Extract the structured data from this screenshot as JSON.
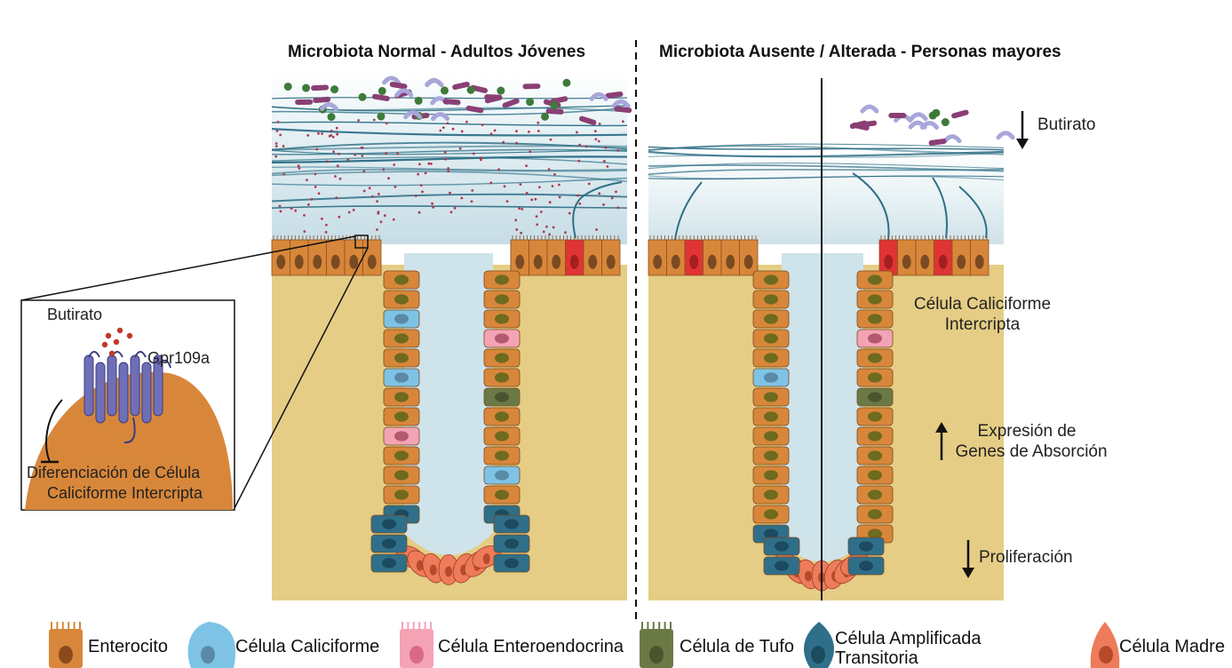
{
  "panels": {
    "left_title": "Microbiota Normal - Adultos Jóvenes",
    "right_title": "Microbiota Ausente / Alterada - Personas mayores"
  },
  "inset": {
    "butirato": "Butirato",
    "receptor": "Gpr109a",
    "outcome_line1": "Diferenciación de Célula",
    "outcome_line2": "Caliciforme Intercripta"
  },
  "annotations": {
    "butirato": "Butirato",
    "intercrypt_line1": "Célula Caliciforme",
    "intercrypt_line2": "Intercripta",
    "expression_line1": "Expresión de",
    "expression_line2": "Genes de Absorción",
    "proliferation": "Proliferación"
  },
  "legend": [
    {
      "label": "Enterocito",
      "color": "#d8873a",
      "icon": "enterocyte-icon"
    },
    {
      "label": "Célula Caliciforme",
      "color": "#7ec3e6",
      "icon": "goblet-cell-icon"
    },
    {
      "label": "Célula Enteroendocrina",
      "color": "#f4a3b5",
      "icon": "enteroendocrine-cell-icon"
    },
    {
      "label": "Célula de Tufo",
      "color": "#6b7a45",
      "icon": "tuft-cell-icon"
    },
    {
      "label_line1": "Célula Amplificada",
      "label_line2": "Transitoria",
      "color": "#2f6f8a",
      "icon": "transit-amplifying-cell-icon"
    },
    {
      "label": "Célula Madre",
      "color": "#ee7b5a",
      "icon": "stem-cell-icon"
    }
  ],
  "colors": {
    "tissue": "#e5cd85",
    "lumen": "#cfe3ea",
    "mucus": "#dfeef3",
    "enterocyte": "#d8873a",
    "goblet": "#7ec3e6",
    "enteroendocrine": "#f4a3b5",
    "tuft": "#6b7a45",
    "transit_amplifying": "#2f6f8a",
    "stem": "#ee7b5a",
    "intercrypt_goblet": "#e03434"
  }
}
